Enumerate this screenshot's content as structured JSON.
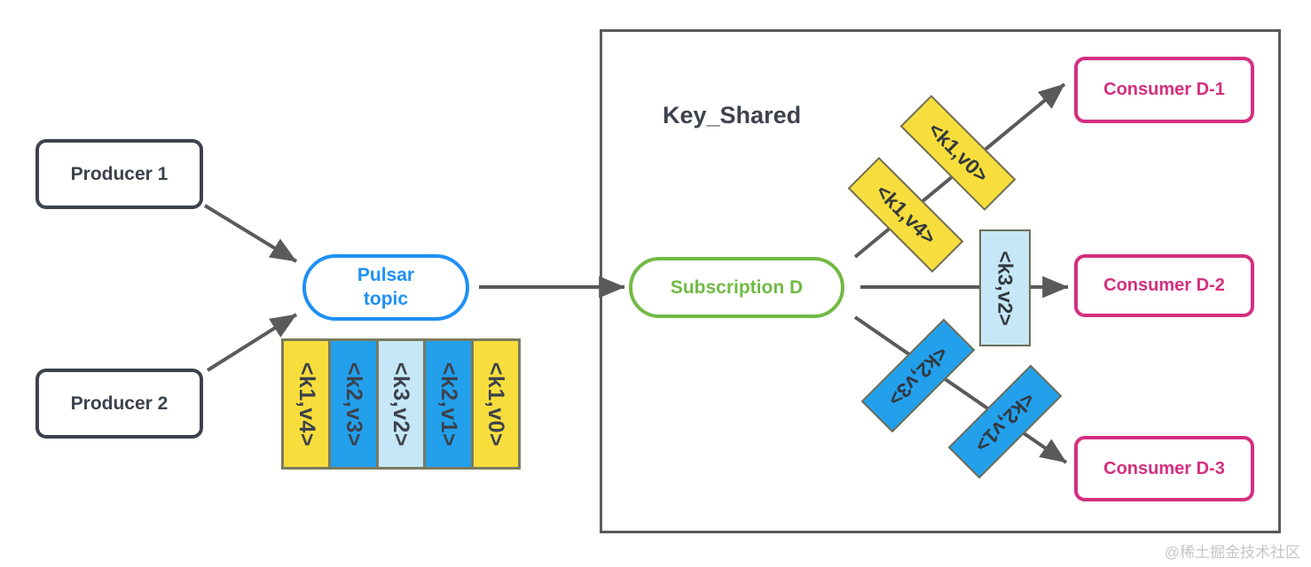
{
  "diagram": {
    "group": {
      "title": "Key_Shared"
    },
    "producers": [
      {
        "label": "Producer 1"
      },
      {
        "label": "Producer 2"
      }
    ],
    "topic": {
      "line1": "Pulsar",
      "line2": "topic"
    },
    "subscription": {
      "label": "Subscription D"
    },
    "consumers": [
      {
        "label": "Consumer D-1"
      },
      {
        "label": "Consumer D-2"
      },
      {
        "label": "Consumer D-3"
      }
    ],
    "queue": {
      "cells": [
        {
          "label": "<k1,v4>",
          "color": "#F7DE3C"
        },
        {
          "label": "<k2,v3>",
          "color": "#22A0EC"
        },
        {
          "label": "<k3,v2>",
          "color": "#C5E7F7"
        },
        {
          "label": "<k2,v1>",
          "color": "#22A0EC"
        },
        {
          "label": "<k1,v0>",
          "color": "#F7DE3C"
        }
      ]
    },
    "routed_messages": [
      {
        "label": "<k1,v0>",
        "color": "#F7DE3C",
        "target": "Consumer D-1"
      },
      {
        "label": "<k1,v4>",
        "color": "#F7DE3C",
        "target": "Consumer D-1"
      },
      {
        "label": "<k3,v2>",
        "color": "#C5E7F7",
        "target": "Consumer D-2"
      },
      {
        "label": "<k2,v3>",
        "color": "#22A0EC",
        "target": "Consumer D-3"
      },
      {
        "label": "<k2,v1>",
        "color": "#22A0EC",
        "target": "Consumer D-3"
      }
    ],
    "colors": {
      "producer_border": "#3D424D",
      "topic_accent": "#1E90F5",
      "subscription_accent": "#71BA44",
      "consumer_accent": "#D42F80",
      "arrow": "#5A5A5A",
      "frame": "#5A5A5A",
      "yellow": "#F7DE3C",
      "blue": "#22A0EC",
      "light_blue": "#C5E7F7"
    },
    "watermark": "@稀土掘金技术社区"
  }
}
